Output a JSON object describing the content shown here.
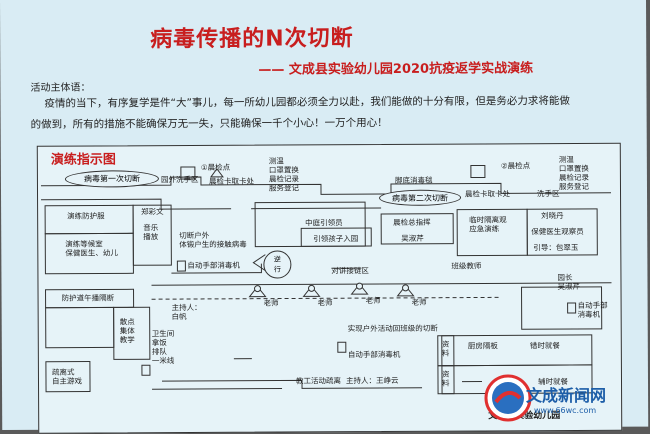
{
  "header": {
    "title": "病毒传播的N次切断",
    "subtitle": "—— 文成县实验幼儿园2020抗疫返学实战演练"
  },
  "intro": {
    "label": "活动主体语：",
    "line1": "疫情的当下，有序复学是件“大”事儿，每一所幼儿园都必须全力以赴，我们能做的十分有限，但是务必力求将能做",
    "line2": "的做到，所有的措施不能确保万无一失，只能确保一千个小心！一万个用心！"
  },
  "diagram": {
    "title": "演练指示图",
    "labels": {
      "cut1": "病毒第一次切断",
      "outdoor_wash": "园外洗手区",
      "check1": "①晨检点",
      "swipe1": "晨检卡取卡处",
      "temp_measure1": "测温\n口罩置换\n晨检记录\n服务登记",
      "foot_disinfect": "脚底消毒毯",
      "check2": "②晨检点",
      "temp_measure2": "测温\n口罩置换\n晨检记录\n服务登记",
      "cut2": "病毒第二次切断",
      "swipe2": "晨检卡取卡处",
      "indoor_wash": "洗手区",
      "zheng_yu_wen": "郑彩文",
      "drill_area": "演练防护服",
      "music_play": "音乐\n播放",
      "drill_staff": "演练等候室\n保健医生、幼儿",
      "outdoor_cut": "切断户外\n体锻户生的接触病毒",
      "middle_guide": "中庭引领员",
      "guide_children": "引领孩子入园",
      "command": "晨检总指挥",
      "wu_shu_qin": "吴淑芹",
      "isolation_room": "临时隔离观\n应急演练",
      "liu_xiao_dan": "刘晓丹",
      "guard_teacher": "保健医生观察员",
      "bao_jin_yu": "引导：包翠玉",
      "meet_area": "对讲接链区",
      "class_teacher": "班级教师",
      "auto_disinfect1": "自动手部消毒机",
      "reverse": "逆\n行",
      "principal_label": "园长\n吴淑芹",
      "auto_disinfect2": "自动手部\n消毒机",
      "disinfect_area": "防护道午播隔断",
      "teacher_label": "老师",
      "host1": "主持人：\n白帆",
      "scatter": "散点\n集体\n教学",
      "hygiene": "卫生间\n拿饭\n排队\n一米线",
      "outdoor_cut2": "实现户外活动回班级的切断",
      "auto_disinfect3": "自动手部消毒机",
      "data1": "资\n料",
      "kitchen": "厨房隔板",
      "dining": "错时就餐",
      "retreat_game": "疏离式\n自主游戏",
      "teach_area": "教工活动疏离",
      "host2": "主持人：王峥云",
      "data2": "资\n料",
      "dining2": "辅时就餐",
      "kindergarten": "文成县实验幼儿园"
    }
  },
  "watermark": {
    "brand": "文成新闻网",
    "url": "www.66wc.com"
  }
}
